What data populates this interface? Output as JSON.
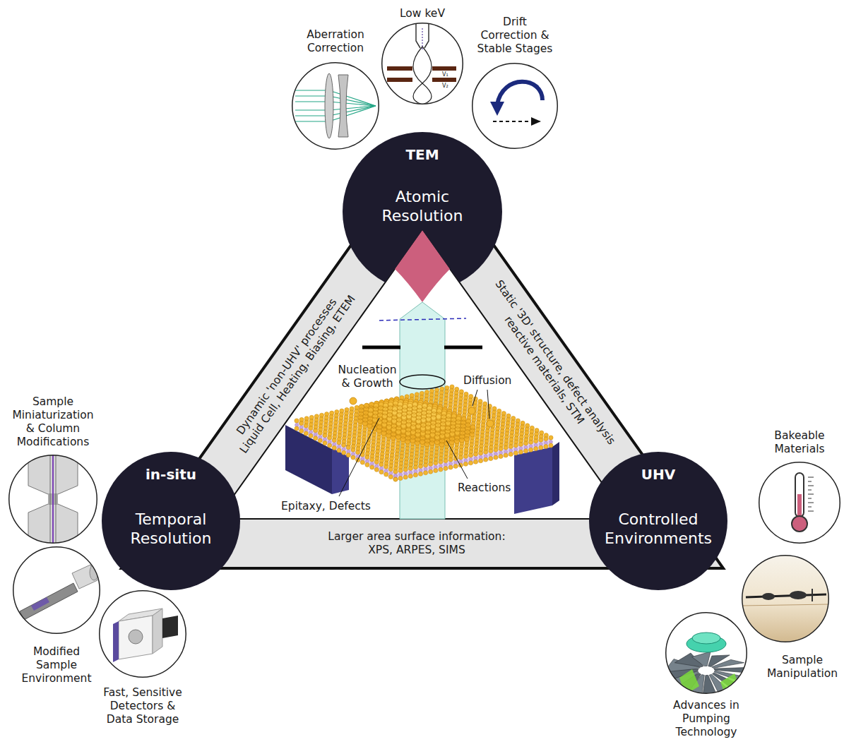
{
  "diagram": {
    "nodes": [
      {
        "text": [
          "TEM",
          "Atomic Resolution"
        ]
      },
      {
        "text": [
          "in-situ",
          "Temporal Resolution"
        ]
      },
      {
        "text": [
          "UHV",
          "Controlled Environments"
        ]
      },
      {
        "text": [
          "Dynamic 'non-UHV' processes Liquid Cell, Heating, Biasing, ETEM"
        ]
      },
      {
        "text": [
          "Static '3D' structure, defect analysis reactive materials, STM"
        ]
      },
      {
        "text": [
          "Larger area surface information: XPS, ARPES, SIMS"
        ]
      },
      {
        "text": [
          "Aberration Correction"
        ]
      },
      {
        "text": [
          "Low keV"
        ]
      },
      {
        "text": [
          "Drift Correction & Stable Stages"
        ]
      },
      {
        "text": [
          "Sample Miniaturization & Column Modifications"
        ]
      },
      {
        "text": [
          "Modified Sample Environment"
        ]
      },
      {
        "text": [
          "Fast, Sensitive Detectors & Data Storage"
        ]
      },
      {
        "text": [
          "Bakeable Materials"
        ]
      },
      {
        "text": [
          "Sample Manipulation"
        ]
      },
      {
        "text": [
          "Advances in Pumping Technology"
        ]
      }
    ],
    "labels": [
      "V₁",
      "V₂",
      "Nucleation & Growth",
      "Diffusion",
      "Epitaxy, Defects",
      "Reactions"
    ]
  }
}
